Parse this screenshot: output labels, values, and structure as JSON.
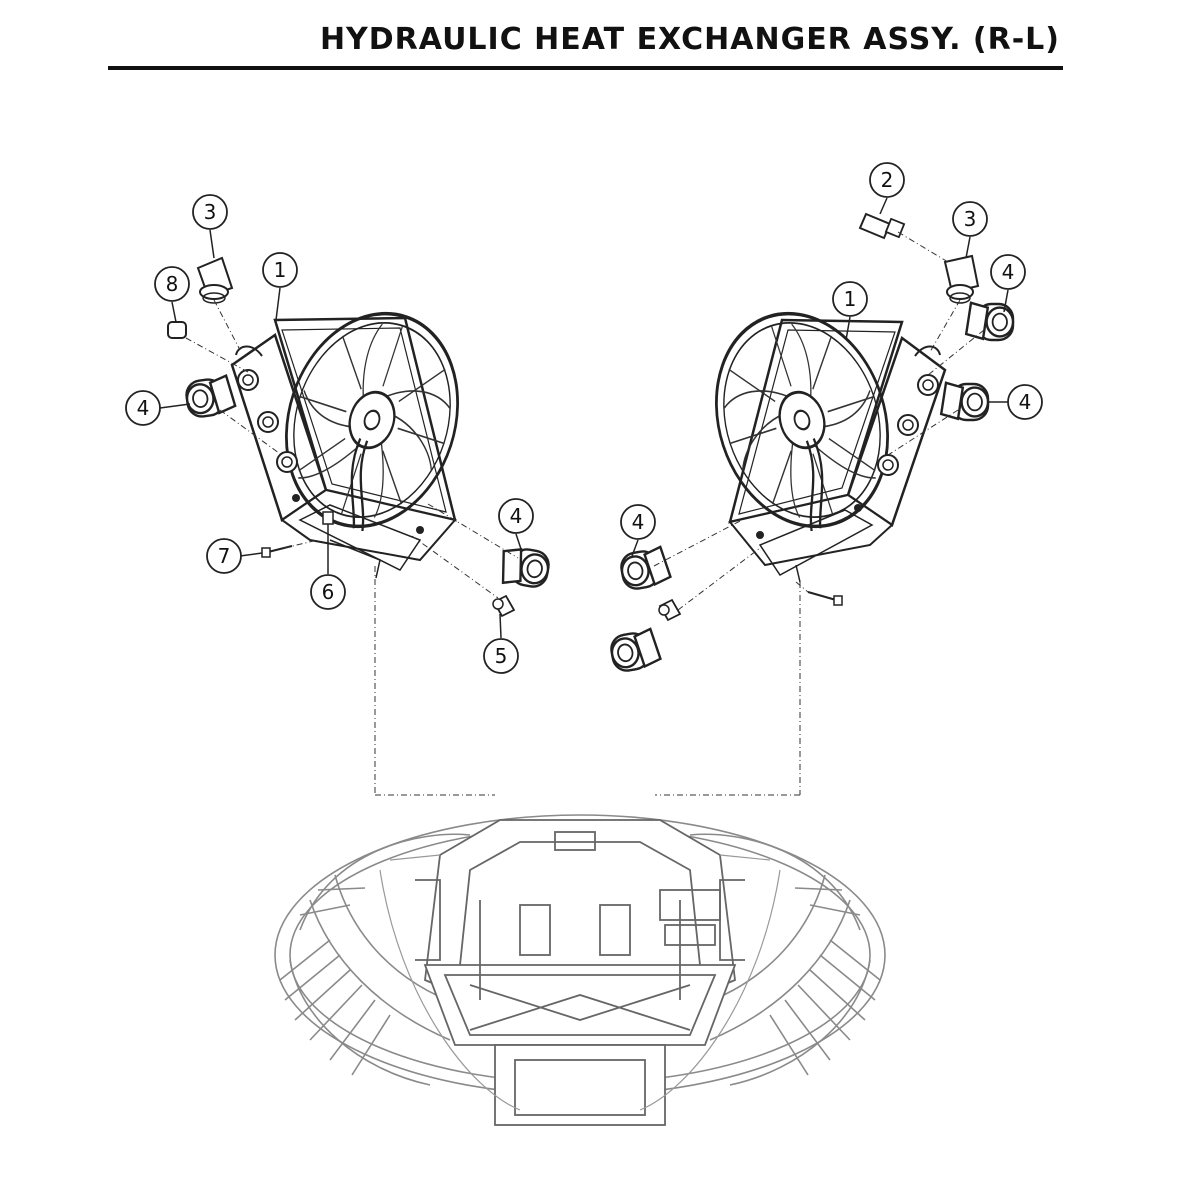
{
  "page": {
    "title": "HYDRAULIC HEAT EXCHANGER ASSY. (R-L)"
  },
  "callouts": {
    "left_1": "1",
    "left_3": "3",
    "left_8": "8",
    "left_4_a": "4",
    "left_4_b": "4",
    "left_5": "5",
    "left_6": "6",
    "left_7": "7",
    "right_1": "1",
    "right_2": "2",
    "right_3": "3",
    "right_4_a": "4",
    "right_4_b": "4",
    "right_4_c": "4"
  },
  "colors": {
    "ink": "#111111",
    "line_art": "#333333",
    "frame_art": "#6a6a6a",
    "cage_art": "#8a8a8a"
  }
}
